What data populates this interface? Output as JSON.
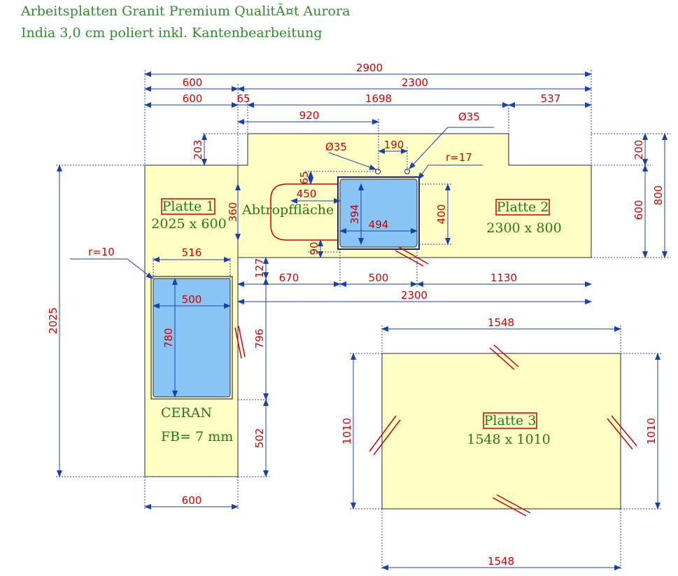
{
  "header": {
    "title_line1": "Arbeitsplatten Granit Premium QualitÃ¤t Aurora",
    "title_line2": "India 3,0 cm poliert inkl. Kantenbearbeitung"
  },
  "plates": {
    "p1": {
      "name": "Platte 1",
      "size": "2025 x 600"
    },
    "p2": {
      "name": "Platte 2",
      "size": "2300 x 800"
    },
    "p3": {
      "name": "Platte 3",
      "size": "1548 x 1010"
    }
  },
  "labels": {
    "drainboard": "Abtropffläche",
    "ceran": "CERAN",
    "fb": "FB= 7 mm"
  },
  "dims": {
    "d2900": "2900",
    "d2300top": "2300",
    "d600a": "600",
    "d600b": "600",
    "d65h": "65",
    "d1698": "1698",
    "d537": "537",
    "d920": "920",
    "dia35a": "Ø35",
    "dia35b": "Ø35",
    "d190": "190",
    "r17": "r=17",
    "d203": "203",
    "d200": "200",
    "d800": "800",
    "d600r": "600",
    "d65v": "65",
    "d450": "450",
    "d394": "394",
    "d400": "400",
    "d494": "494",
    "d360": "360",
    "d90": "90",
    "r10": "r=10",
    "d516": "516",
    "d127": "127",
    "d670": "670",
    "d500h": "500",
    "d1130": "1130",
    "d2300bot": "2300",
    "d2025": "2025",
    "d500c": "500",
    "d780": "780",
    "d796": "796",
    "d502": "502",
    "d600bot": "600",
    "d1548top": "1548",
    "d1548bot": "1548",
    "d1010l": "1010",
    "d1010r": "1010"
  },
  "colors": {
    "slab": "#ffffc6",
    "sink": "#88c4f4",
    "dimension_line": "#1a3fb0",
    "dimension_text": "#cc0000",
    "label_text": "#1e7a1e"
  }
}
